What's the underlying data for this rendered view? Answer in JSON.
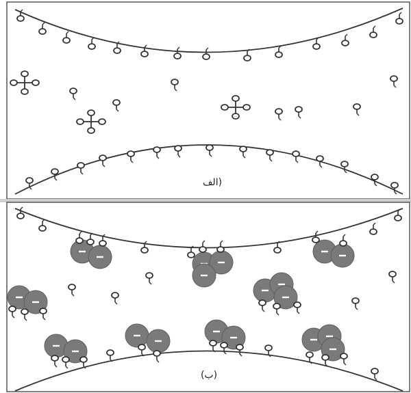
{
  "panels": [
    {
      "id": "a",
      "label": "(الف"
    },
    {
      "id": "b",
      "label": "(ب)"
    }
  ],
  "colors": {
    "line": "#333333",
    "frame": "#555555",
    "separator": "#cfcfcf",
    "particle_fill": "#7a7a7a",
    "particle_edge": "#5e5e5e",
    "dash": "#ffffff",
    "background": "#ffffff"
  },
  "icons": {
    "molecule": "ring-with-tail-icon",
    "cross_molecule": "four-ring-cross-icon",
    "particle": "negative-particle-icon"
  }
}
